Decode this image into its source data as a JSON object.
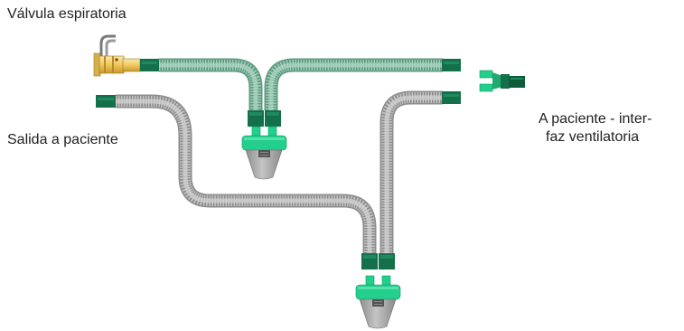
{
  "labels": {
    "valve": "Válvula espiratoria",
    "outlet": "Salida a paciente",
    "patient_line1": "A paciente - inter-",
    "patient_line2": "faz ventilatoria"
  },
  "colors": {
    "tube_green": "#9ccbb5",
    "tube_grey": "#bdbdbd",
    "connector_dark": "#13704a",
    "connector_light": "#22cf8c",
    "valve_brass": "#f1cf6a",
    "filter_body": "#a9a9a9"
  }
}
